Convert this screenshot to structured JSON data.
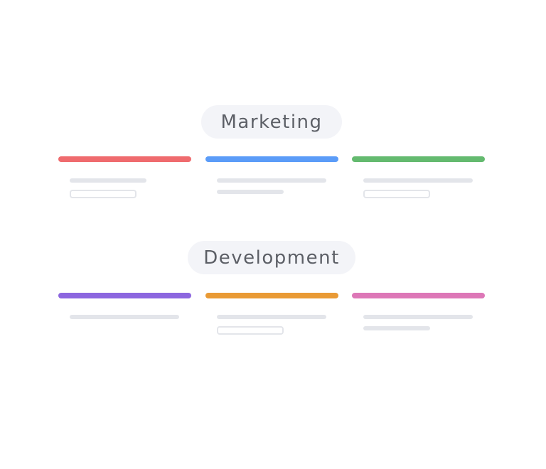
{
  "groups": [
    {
      "title": "Marketing",
      "columns": [
        {
          "color": "#ef6b6e",
          "items": [
            {
              "type": "line",
              "width": 108
            },
            {
              "type": "box",
              "width": 94
            }
          ]
        },
        {
          "color": "#5b9cf8",
          "items": [
            {
              "type": "line",
              "width": 154
            },
            {
              "type": "line",
              "width": 94
            }
          ]
        },
        {
          "color": "#64ba6f",
          "items": [
            {
              "type": "line",
              "width": 154
            },
            {
              "type": "box",
              "width": 94
            }
          ]
        }
      ]
    },
    {
      "title": "Development",
      "columns": [
        {
          "color": "#8c66df",
          "items": [
            {
              "type": "line",
              "width": 154
            }
          ]
        },
        {
          "color": "#e99a35",
          "items": [
            {
              "type": "line",
              "width": 154
            },
            {
              "type": "box",
              "width": 94
            }
          ]
        },
        {
          "color": "#dd77b7",
          "items": [
            {
              "type": "line",
              "width": 154
            },
            {
              "type": "line",
              "width": 94
            }
          ]
        }
      ]
    }
  ],
  "colors": {
    "pill_background": "#f3f4f8",
    "pill_text": "#5c5f66",
    "placeholder_gray": "#e3e5ea"
  }
}
